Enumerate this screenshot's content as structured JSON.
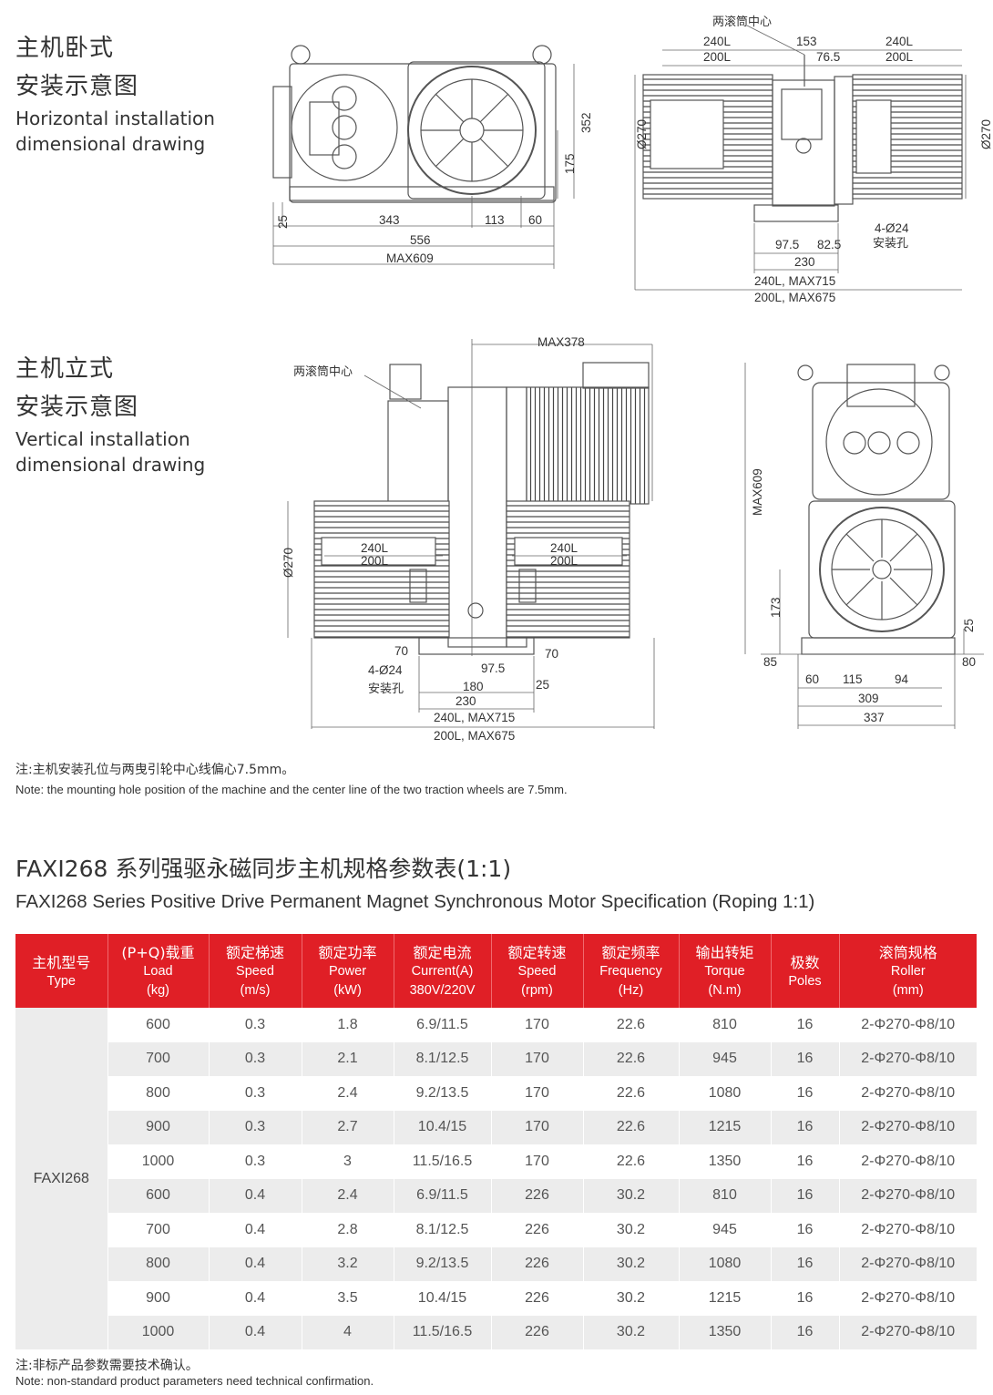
{
  "horizontal": {
    "title_cn_1": "主机卧式",
    "title_cn_2": "安装示意图",
    "title_en_1": "Horizontal installation",
    "title_en_2": "dimensional drawing",
    "dims": {
      "d352": "352",
      "d175": "175",
      "d25": "25",
      "d343": "343",
      "d113": "113",
      "d60": "60",
      "d556": "556",
      "dmax609": "MAX609",
      "roller_center": "两滚筒中心",
      "d240l_a": "240L",
      "d200l_a": "200L",
      "d153": "153",
      "d76_5": "76.5",
      "d240l_b": "240L",
      "d200l_b": "200L",
      "dia270_a": "Ø270",
      "dia270_b": "Ø270",
      "holes": "4-Ø24",
      "holes_cn": "安装孔",
      "d97_5": "97.5",
      "d82_5": "82.5",
      "d230": "230",
      "d240l_max715": "240L, MAX715",
      "d200l_max675": "200L, MAX675"
    }
  },
  "vertical": {
    "title_cn_1": "主机立式",
    "title_cn_2": "安装示意图",
    "title_en_1": "Vertical installation",
    "title_en_2": "dimensional drawing",
    "dims": {
      "roller_center": "两滚筒中心",
      "dmax378": "MAX378",
      "dia270": "Ø270",
      "d240l_a": "240L",
      "d200l_a": "200L",
      "d240l_b": "240L",
      "d200l_b": "200L",
      "d70_a": "70",
      "d70_b": "70",
      "holes": "4-Ø24",
      "d97_5": "97.5",
      "holes_cn": "安装孔",
      "d180": "180",
      "d25": "25",
      "d230": "230",
      "d240l_max715": "240L, MAX715",
      "d200l_max675": "200L, MAX675",
      "dmax609": "MAX609",
      "d173": "173",
      "d85": "85",
      "d25_r": "25",
      "d80": "80",
      "d60": "60",
      "d115": "115",
      "d94": "94",
      "d309": "309",
      "d337": "337"
    }
  },
  "note1_cn": "注:主机安装孔位与两曳引轮中心线偏心7.5mm。",
  "note1_en": "Note: the mounting hole position of the machine and the center line of the two traction wheels are 7.5mm.",
  "table_title_cn": "FAXI268 系列强驱永磁同步主机规格参数表(1:1)",
  "table_title_en": "FAXI268 Series Positive Drive Permanent Magnet Synchronous Motor Specification (Roping 1:1)",
  "table": {
    "headers": [
      {
        "cn": "主机型号",
        "en": [
          "Type"
        ]
      },
      {
        "cn": "(P+Q)载重",
        "en": [
          "Load",
          "(kg)"
        ]
      },
      {
        "cn": "额定梯速",
        "en": [
          "Speed",
          "(m/s)"
        ]
      },
      {
        "cn": "额定功率",
        "en": [
          "Power",
          "(kW)"
        ]
      },
      {
        "cn": "额定电流",
        "en": [
          "Current(A)",
          "380V/220V"
        ]
      },
      {
        "cn": "额定转速",
        "en": [
          "Speed",
          "(rpm)"
        ]
      },
      {
        "cn": "额定频率",
        "en": [
          "Frequency",
          "(Hz)"
        ]
      },
      {
        "cn": "输出转矩",
        "en": [
          "Torque",
          "(N.m)"
        ]
      },
      {
        "cn": "极数",
        "en": [
          "Poles"
        ]
      },
      {
        "cn": "滚筒规格",
        "en": [
          "Roller",
          "(mm)"
        ]
      }
    ],
    "type": "FAXI268",
    "rows": [
      [
        "600",
        "0.3",
        "1.8",
        "6.9/11.5",
        "170",
        "22.6",
        "810",
        "16",
        "2-Φ270-Φ8/10"
      ],
      [
        "700",
        "0.3",
        "2.1",
        "8.1/12.5",
        "170",
        "22.6",
        "945",
        "16",
        "2-Φ270-Φ8/10"
      ],
      [
        "800",
        "0.3",
        "2.4",
        "9.2/13.5",
        "170",
        "22.6",
        "1080",
        "16",
        "2-Φ270-Φ8/10"
      ],
      [
        "900",
        "0.3",
        "2.7",
        "10.4/15",
        "170",
        "22.6",
        "1215",
        "16",
        "2-Φ270-Φ8/10"
      ],
      [
        "1000",
        "0.3",
        "3",
        "11.5/16.5",
        "170",
        "22.6",
        "1350",
        "16",
        "2-Φ270-Φ8/10"
      ],
      [
        "600",
        "0.4",
        "2.4",
        "6.9/11.5",
        "226",
        "30.2",
        "810",
        "16",
        "2-Φ270-Φ8/10"
      ],
      [
        "700",
        "0.4",
        "2.8",
        "8.1/12.5",
        "226",
        "30.2",
        "945",
        "16",
        "2-Φ270-Φ8/10"
      ],
      [
        "800",
        "0.4",
        "3.2",
        "9.2/13.5",
        "226",
        "30.2",
        "1080",
        "16",
        "2-Φ270-Φ8/10"
      ],
      [
        "900",
        "0.4",
        "3.5",
        "10.4/15",
        "226",
        "30.2",
        "1215",
        "16",
        "2-Φ270-Φ8/10"
      ],
      [
        "1000",
        "0.4",
        "4",
        "11.5/16.5",
        "226",
        "30.2",
        "1350",
        "16",
        "2-Φ270-Φ8/10"
      ]
    ]
  },
  "note2_cn": "注:非标产品参数需要技术确认。",
  "note2_en": "Note: non-standard product parameters need technical confirmation.",
  "colors": {
    "header_red": "#e01f26",
    "stripe_gray": "#ececec",
    "line_gray": "#666666"
  }
}
